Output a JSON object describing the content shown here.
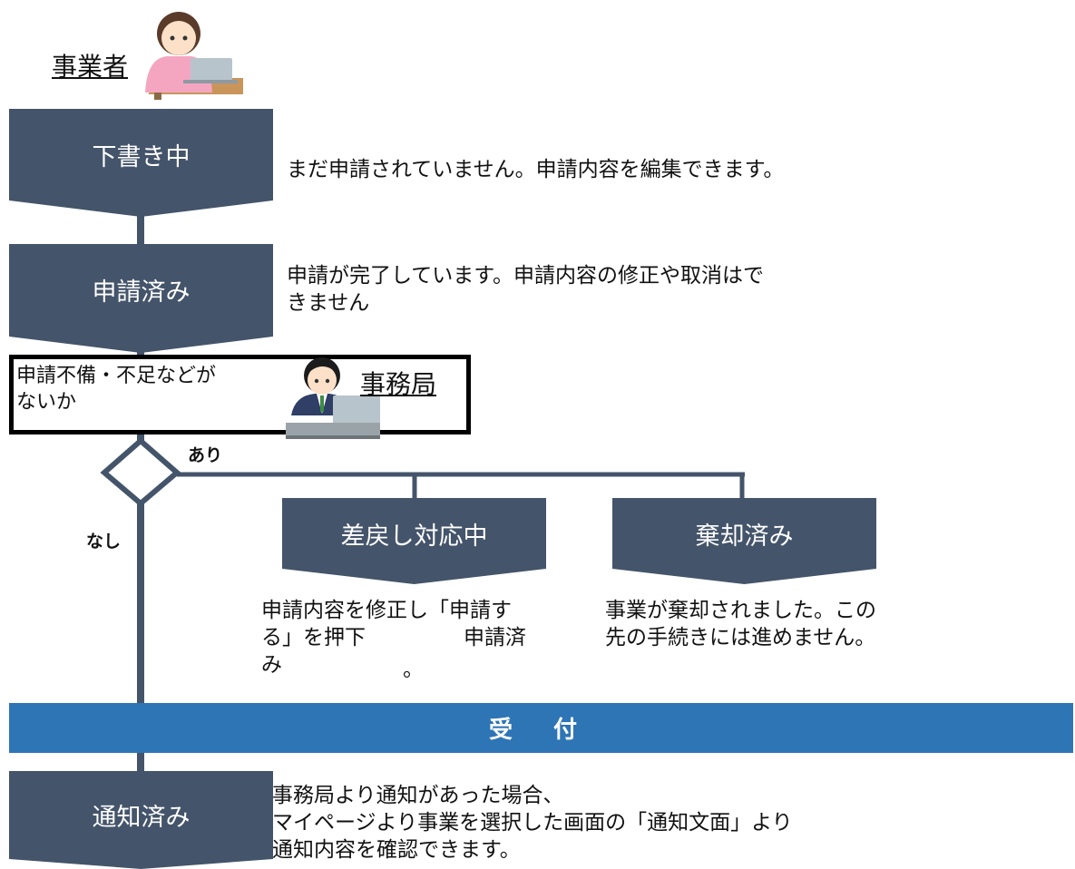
{
  "actors": {
    "applicant": "事業者",
    "secretariat": "事務局"
  },
  "nodes": {
    "draft": "下書き中",
    "applied": "申請済み",
    "returned": "差戻し対応中",
    "rejected": "棄却済み",
    "notified": "通知済み"
  },
  "descriptions": {
    "draft": "まだ申請されていません。申請内容を編集できます。",
    "applied_line1": "申請が完了しています。申請内容の修正や取消はで",
    "applied_line2": "きません",
    "returned_line1": "申請内容を修正し「申請す",
    "returned_line2a": "る」を押下",
    "returned_line2b": "申請済",
    "returned_line3a": "み",
    "returned_line3b": "。",
    "rejected_line1": "事業が棄却されました。この",
    "rejected_line2": "先の手続きには進めません。",
    "notified_line1": "事務局より通知があった場合、",
    "notified_line2": "マイページより事業を選択した画面の「通知文面」より",
    "notified_line3": "通知内容を確認できます。"
  },
  "check": {
    "line1": "申請不備・不足などが",
    "line2": "ないか"
  },
  "branches": {
    "yes": "あり",
    "no": "なし"
  },
  "band": {
    "label": "受 付"
  },
  "colors": {
    "node": "#44546a",
    "connector": "#44546a",
    "band": "#2e75b6"
  }
}
